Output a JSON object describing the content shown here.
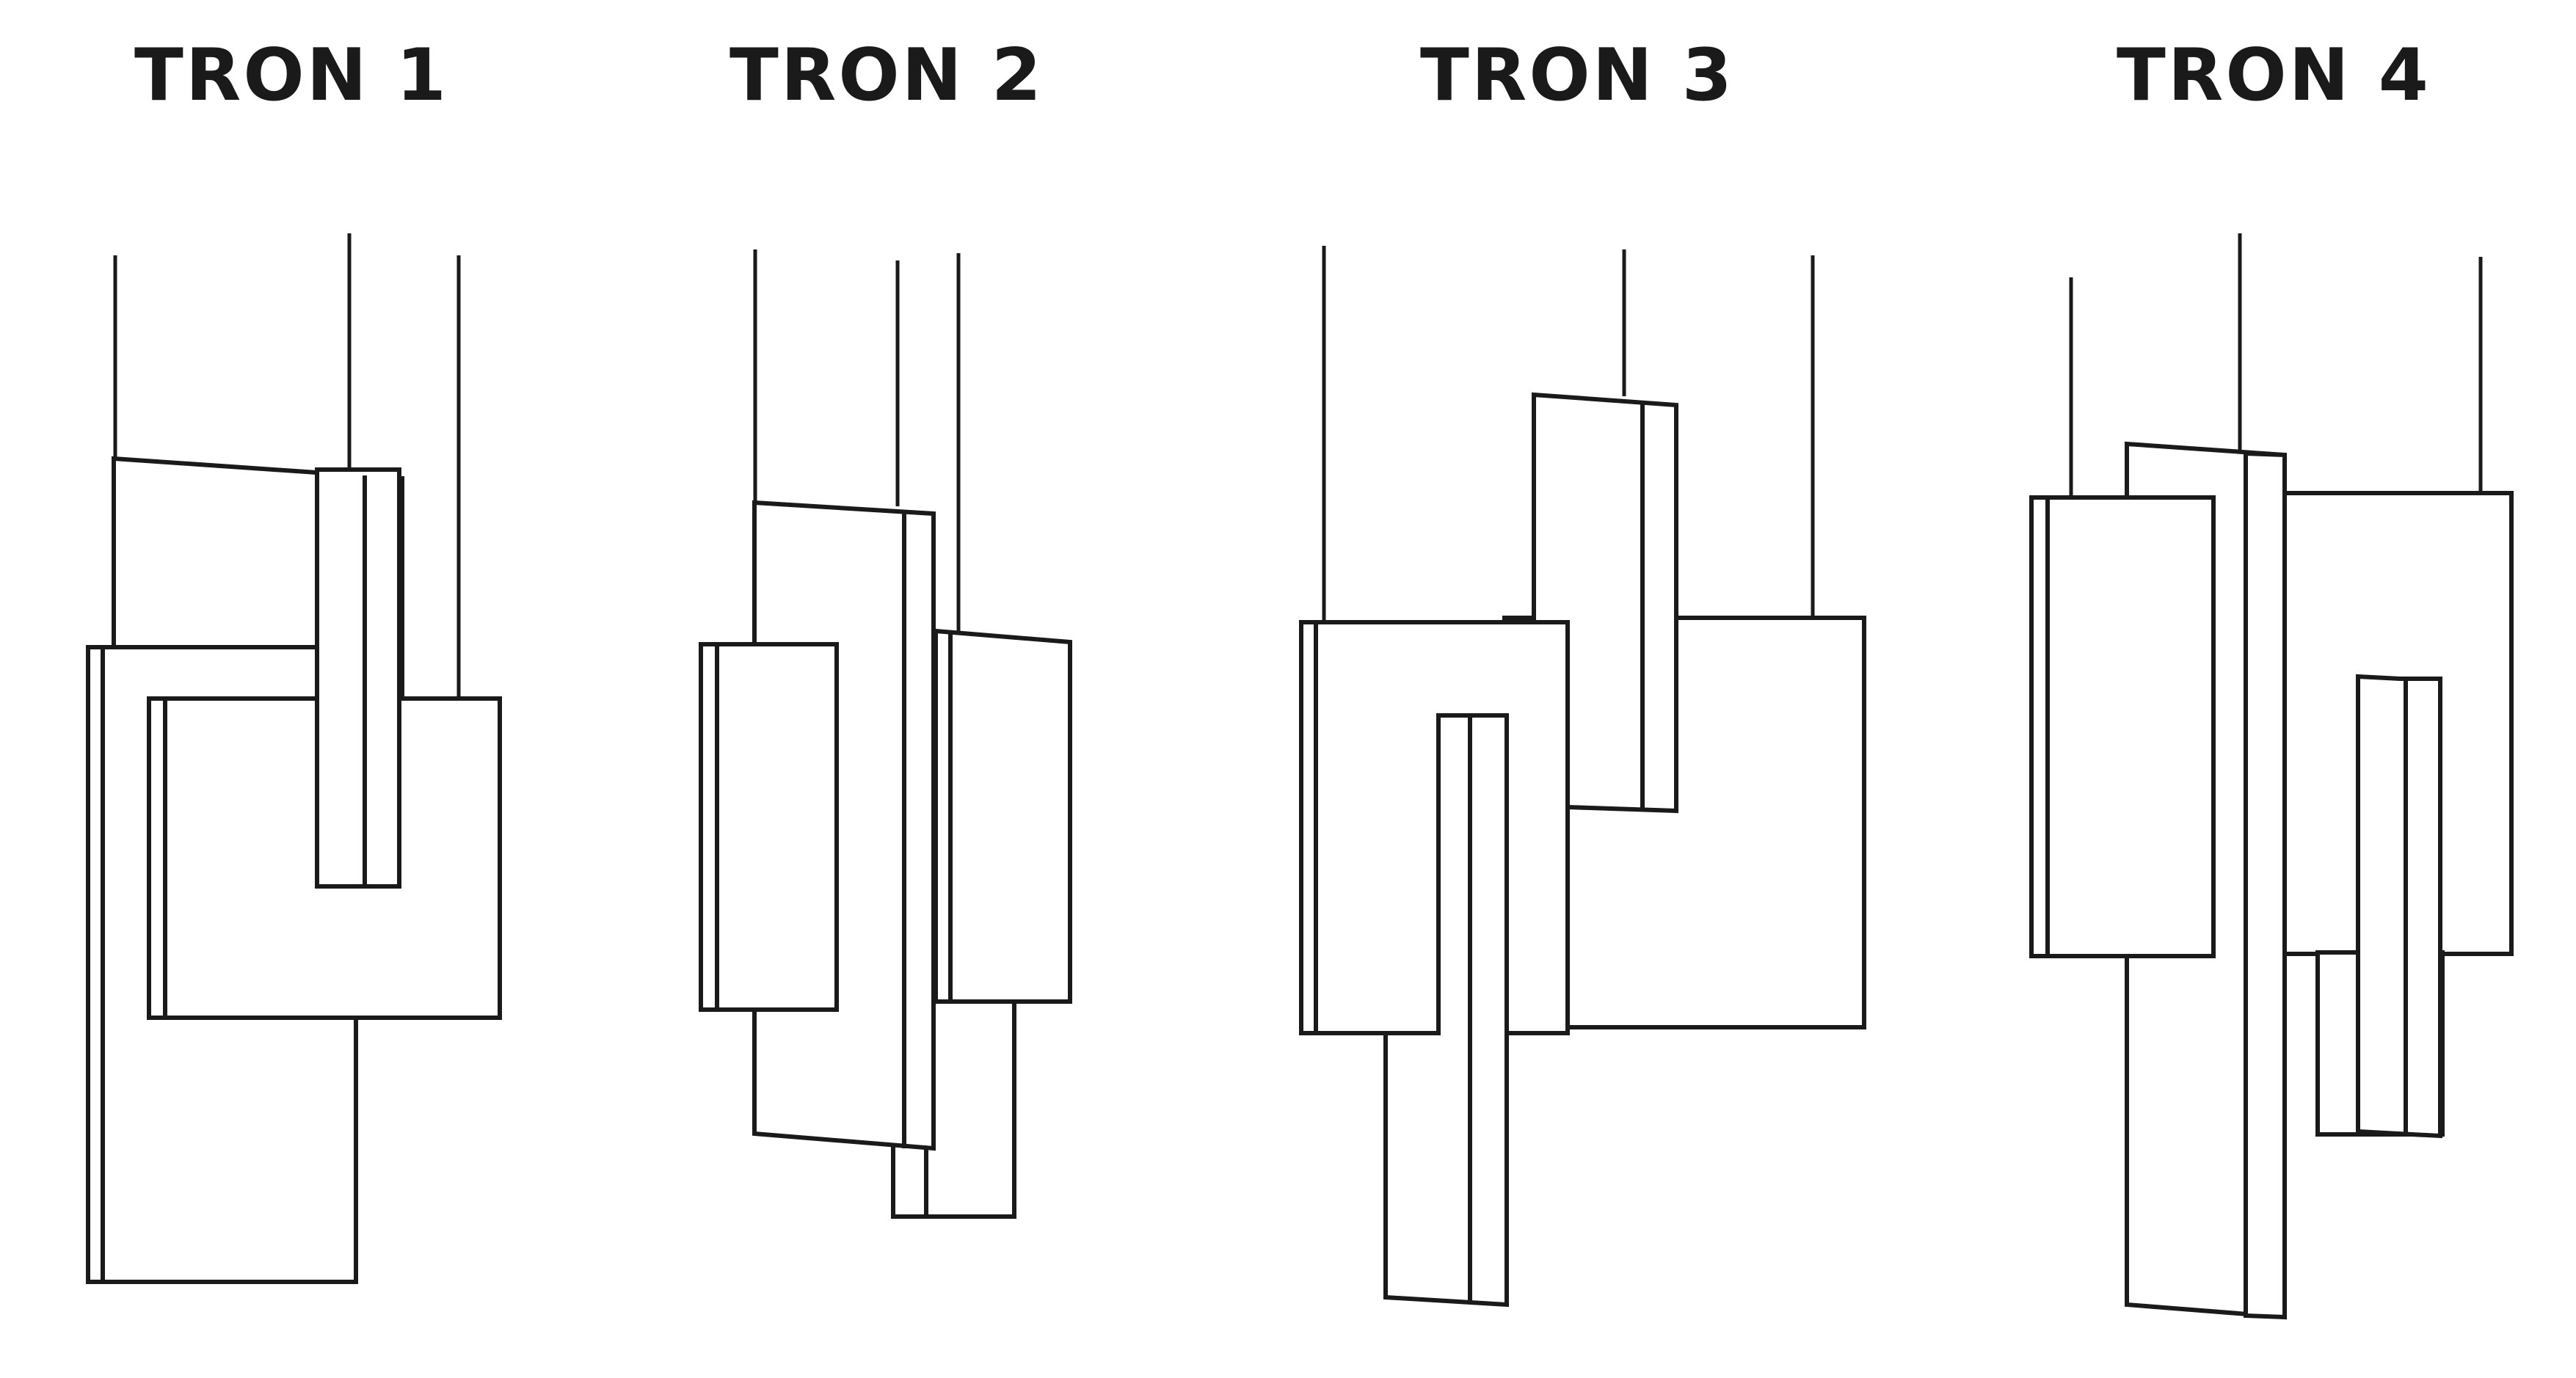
{
  "figures": [
    {
      "name": "TRON 1"
    },
    {
      "name": "TRON 2"
    },
    {
      "name": "TRON 3"
    },
    {
      "name": "TRON 4"
    }
  ],
  "colors": {
    "line": "#1a1a1a",
    "background": "#ffffff"
  }
}
